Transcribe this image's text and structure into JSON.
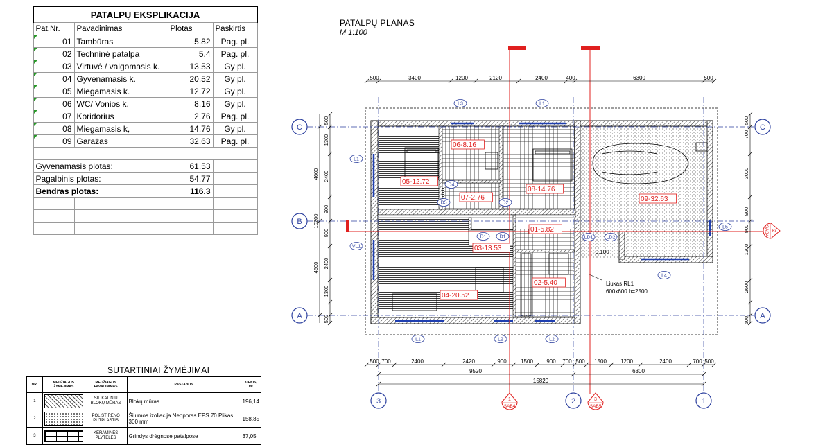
{
  "schedule": {
    "title": "PATALPŲ EKSPLIKACIJA",
    "headers": [
      "Pat.Nr.",
      "Pavadinimas",
      "Plotas",
      "Paskirtis"
    ],
    "rows": [
      {
        "no": "01",
        "name": "Tambūras",
        "area": "5.82",
        "use": "Pag. pl."
      },
      {
        "no": "02",
        "name": "Techninė patalpa",
        "area": "5.4",
        "use": "Pag. pl."
      },
      {
        "no": "03",
        "name": "Virtuvė / valgomasis k.",
        "area": "13.53",
        "use": "Gy pl."
      },
      {
        "no": "04",
        "name": "Gyvenamasis k.",
        "area": "20.52",
        "use": "Gy pl."
      },
      {
        "no": "05",
        "name": "Miegamasis k.",
        "area": "12.72",
        "use": "Gy pl."
      },
      {
        "no": "06",
        "name": "WC/ Vonios k.",
        "area": "8.16",
        "use": "Gy pl."
      },
      {
        "no": "07",
        "name": "Koridorius",
        "area": "2.76",
        "use": "Pag. pl."
      },
      {
        "no": "08",
        "name": "Miegamasis k,",
        "area": "14.76",
        "use": "Gy pl."
      },
      {
        "no": "09",
        "name": "Garažas",
        "area": "32.63",
        "use": "Pag. pl."
      }
    ],
    "totals": [
      {
        "label": "Gyvenamasis plotas:",
        "value": "61.53"
      },
      {
        "label": "Pagalbinis plotas:",
        "value": "54.77"
      },
      {
        "label": "Bendras plotas:",
        "value": "116.3"
      }
    ]
  },
  "legend": {
    "title": "SUTARTINIAI ŽYMĖJIMAI",
    "headers": [
      "NR.",
      "MEDŽIAGOS ŽYMĖJIMAS",
      "MEDŽIAGOS PAVADINIMAS",
      "PASTABOS",
      "KIEKIS, m²"
    ],
    "rows": [
      {
        "nr": "1",
        "material": "SILIKATINIŲ BLOKŲ MŪRAS",
        "note": "Blokų mūras",
        "qty": "196,14",
        "pattern": "diag"
      },
      {
        "nr": "2",
        "material": "POLISTIRENO PUTPLASTIS",
        "note": "Šilumos izoliacija Neoporas EPS 70 Plikas 300 mm",
        "qty": "158,85",
        "pattern": "dots"
      },
      {
        "nr": "3",
        "material": "KERAMINĖS PLYTELĖS",
        "note": "Grindys drėgnose patalpose",
        "qty": "37,05",
        "pattern": "grid"
      }
    ]
  },
  "plan": {
    "title": "PATALPŲ PLANAS",
    "scale": "M 1:100",
    "top_dims": [
      "500",
      "3400",
      "1200",
      "2120",
      "2400",
      "400",
      "6300",
      "500"
    ],
    "bottom_dims": [
      "500",
      "700",
      "2400",
      "2420",
      "900",
      "1500",
      "900",
      "700",
      "500",
      "1500",
      "1200",
      "2400",
      "700",
      "500"
    ],
    "bottom_totals": [
      "9520",
      "6300",
      "15820"
    ],
    "left_dims": [
      "500",
      "1300",
      "2400",
      "900",
      "900",
      "2400",
      "1300",
      "500"
    ],
    "left_big_dims": [
      "4600",
      "4600",
      "10200"
    ],
    "right_dims": [
      "500",
      "700",
      "3000",
      "900",
      "900",
      "1200",
      "2600",
      "500"
    ],
    "grid_axes_rows": [
      "C",
      "B",
      "A"
    ],
    "grid_axes_cols": [
      "3",
      "2",
      "1"
    ],
    "rooms": [
      {
        "label": "06-8.16"
      },
      {
        "label": "05-12.72"
      },
      {
        "label": "07-2.76"
      },
      {
        "label": "08-14.76"
      },
      {
        "label": "09-32.63"
      },
      {
        "label": "01-5.82"
      },
      {
        "label": "03-13.53"
      },
      {
        "label": "02-5.40"
      },
      {
        "label": "04-20.52"
      }
    ],
    "tags": [
      "L3",
      "L1",
      "L1",
      "VL1",
      "L5",
      "L4",
      "L1",
      "L2",
      "L2",
      "LD1",
      "LD2",
      "D4",
      "D5",
      "D2",
      "D1",
      "D1"
    ],
    "notes": {
      "hatch_name": "Liukas RL1",
      "hatch_size": "600x600 h=2500",
      "level": "-0.100"
    },
    "sections": [
      {
        "num": "1",
        "sheet": "SAB4"
      },
      {
        "num": "3",
        "sheet": "SAB5"
      },
      {
        "num": "2",
        "sheet": "SAB4"
      }
    ],
    "colors": {
      "accent_red": "#e0201f",
      "axis_blue": "#2b3f9e",
      "window_blue": "#1f3fb0"
    }
  }
}
